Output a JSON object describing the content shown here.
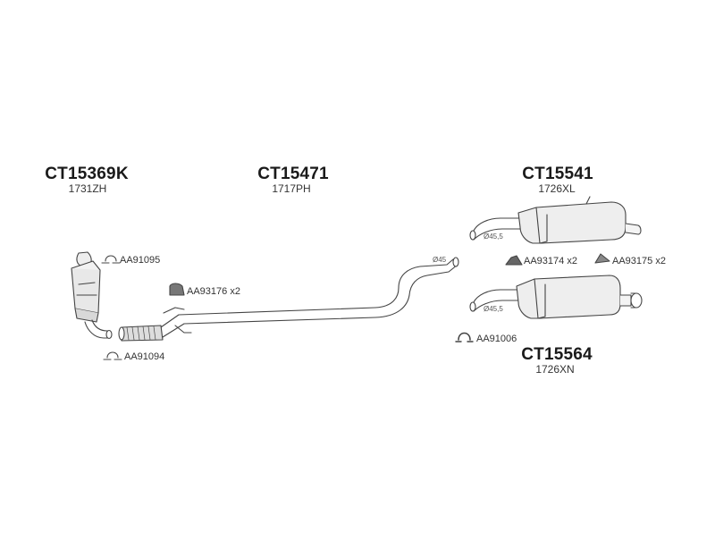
{
  "parts": {
    "catalyst": {
      "code": "CT15369K",
      "ref": "1731ZH"
    },
    "middle_pipe": {
      "code": "CT15471",
      "ref": "1717PH"
    },
    "rear_silencer_upper": {
      "code": "CT15541",
      "ref": "1726XL"
    },
    "rear_silencer_lower": {
      "code": "CT15564",
      "ref": "1726XN"
    }
  },
  "clamps": {
    "c1": "AA91095",
    "c2": "AA91094",
    "c3": "AA93176 x2",
    "c4": "AA93174 x2",
    "c5": "AA93175 x2",
    "c6": "AA91006"
  },
  "dimensions": {
    "pipe_diameter": "Ø45",
    "upper_diameter": "Ø45,5",
    "lower_diameter": "Ø45,5"
  }
}
